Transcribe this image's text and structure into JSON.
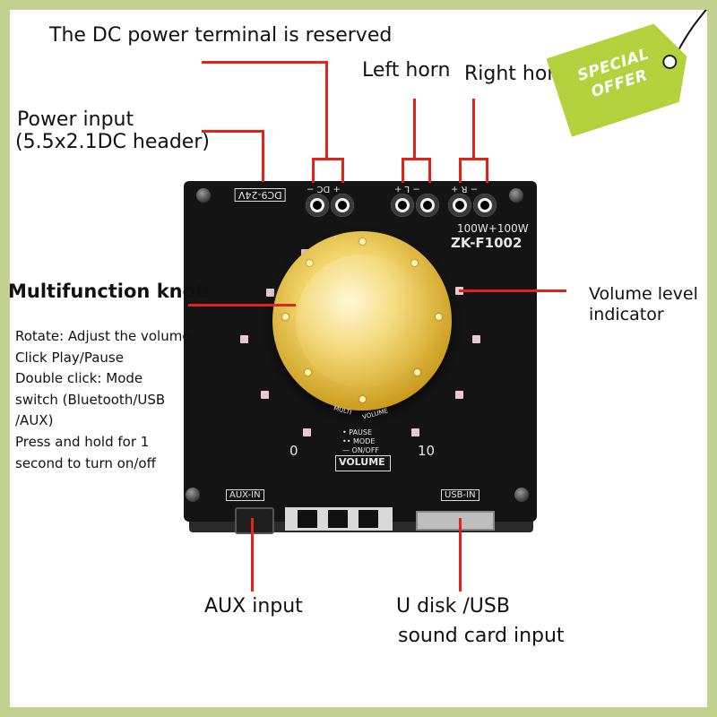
{
  "labels": {
    "dc_power_reserved": "The DC power terminal is reserved",
    "left_horn": "Left horn",
    "right_horn": "Right horn",
    "power_input_line1": "Power input",
    "power_input_line2": "(5.5x2.1DC header)",
    "multifunction_knob": "Multifunction knob",
    "volume_level_line1": "Volume level",
    "volume_level_line2": "indicator",
    "aux_input": "AUX input",
    "usb_input_line1": "U disk /USB",
    "usb_input_line2": "sound card input"
  },
  "knob_description": [
    "Rotate: Adjust the volume",
    "Click Play/Pause",
    "Double click: Mode",
    "switch (Bluetooth/USB",
    "/AUX)",
    "Press and hold for 1",
    "second to turn on/off"
  ],
  "board": {
    "dc_label": "DC9-24V",
    "dc_terminal": "+ DC −",
    "left_terminal": "− L +",
    "right_terminal": "− R +",
    "power_rating": "100W+100W",
    "model": "ZK-F1002",
    "knob_mark_1": "MULTI",
    "knob_mark_2": "VOLUME",
    "legend_pause": "PAUSE",
    "legend_mode": "MODE",
    "legend_onoff": "ON/OFF",
    "volume_min": "0",
    "volume_max": "10",
    "volume_label": "VOLUME",
    "aux_label": "AUX-IN",
    "usb_label": "USB-IN"
  },
  "badge": {
    "line1": "SPECIAL",
    "line2": "OFFER"
  },
  "colors": {
    "leader_line": "#e2231a",
    "frame": "#c3d38f",
    "badge": "#b3d23d",
    "knob_gold": "#d9b036",
    "led": "#e7c7d4"
  }
}
